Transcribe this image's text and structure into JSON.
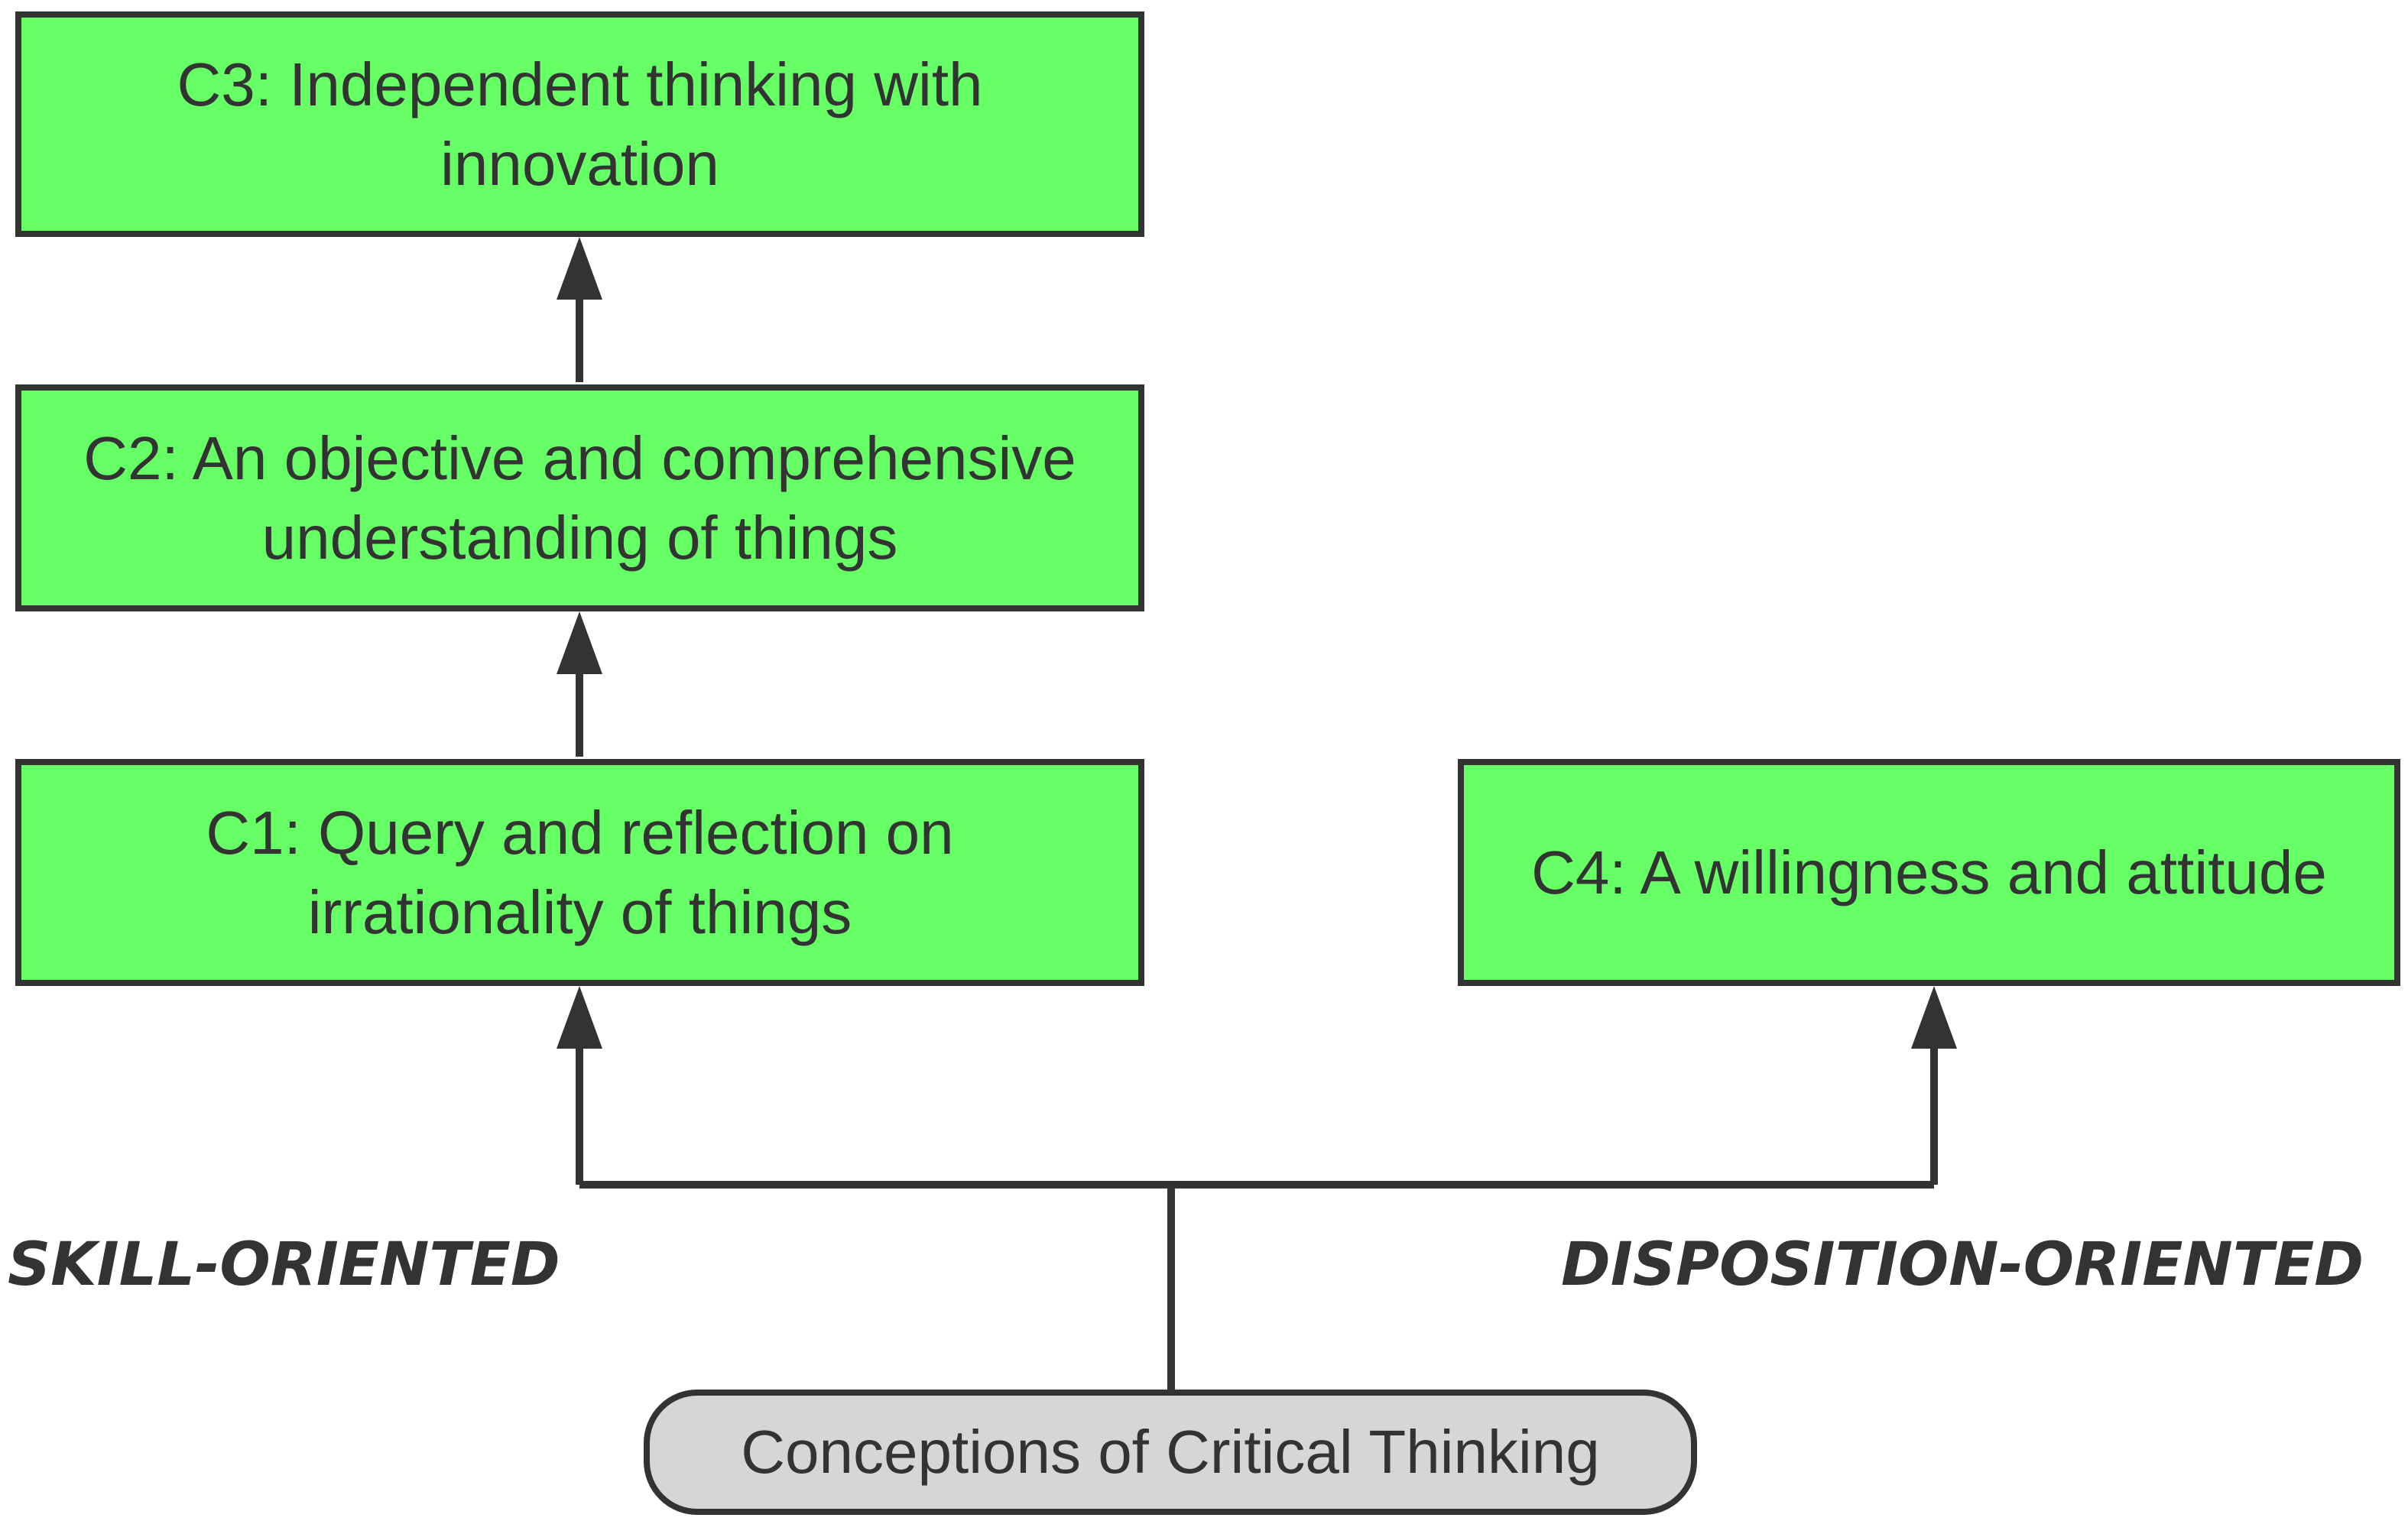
{
  "nodes": {
    "c3": "C3: Independent thinking with innovation",
    "c2": "C2: An objective and comprehensive understanding of things",
    "c1": "C1: Query and reflection on irrationality of things",
    "c4": "C4: A  willingness and attitude"
  },
  "root": {
    "label": "Conceptions of Critical Thinking"
  },
  "branches": {
    "left": "SKILL-ORIENTED",
    "right": "DISPOSITION-ORIENTED"
  },
  "colors": {
    "node_fill": "#66ff66",
    "root_fill": "#d6d6d6",
    "stroke": "#333333"
  }
}
